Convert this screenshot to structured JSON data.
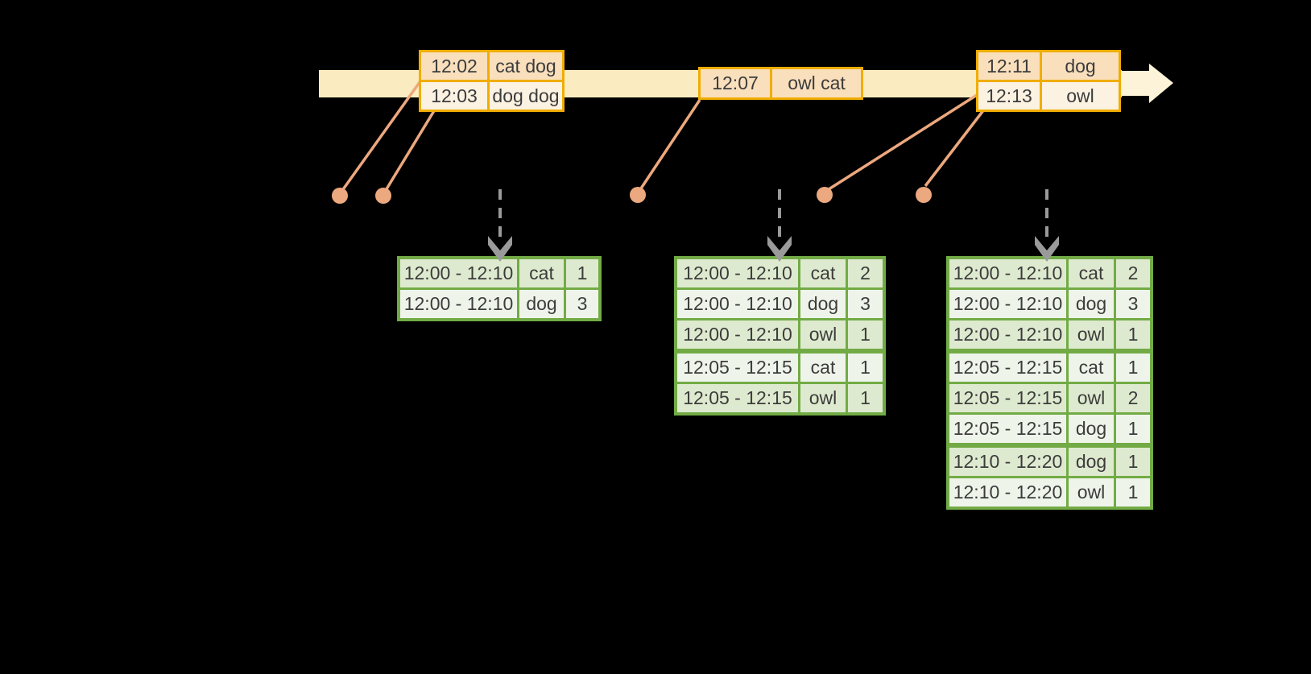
{
  "diagram": "event-time windowed word-count over a streaming timeline",
  "colors": {
    "background": "#000000",
    "timeline_band": "#faecc0",
    "timeline_arrowhead": "#fcf3d8",
    "event_table_border": "#f0ad00",
    "event_row_dark": "#f9dfbc",
    "event_row_light": "#fcf2e2",
    "leader_line_and_dot": "#eca87e",
    "result_table_border": "#72ab45",
    "result_row_dark": "#deeacf",
    "result_row_light": "#eff4ea",
    "trigger_arrow": "#9a9a9a",
    "text": "#3c3c3c"
  },
  "event_tables": [
    {
      "rows": [
        {
          "time": "12:02",
          "words": "cat dog"
        },
        {
          "time": "12:03",
          "words": "dog dog"
        }
      ]
    },
    {
      "rows": [
        {
          "time": "12:07",
          "words": "owl cat"
        }
      ]
    },
    {
      "rows": [
        {
          "time": "12:11",
          "words": "dog"
        },
        {
          "time": "12:13",
          "words": "owl"
        }
      ]
    }
  ],
  "result_tables": [
    {
      "rows": [
        {
          "window": "12:00 - 12:10",
          "word": "cat",
          "count": "1"
        },
        {
          "window": "12:00 - 12:10",
          "word": "dog",
          "count": "3"
        }
      ]
    },
    {
      "rows": [
        {
          "window": "12:00 - 12:10",
          "word": "cat",
          "count": "2"
        },
        {
          "window": "12:00 - 12:10",
          "word": "dog",
          "count": "3"
        },
        {
          "window": "12:00 - 12:10",
          "word": "owl",
          "count": "1"
        },
        {
          "window": "12:05 - 12:15",
          "word": "cat",
          "count": "1"
        },
        {
          "window": "12:05 - 12:15",
          "word": "owl",
          "count": "1"
        }
      ]
    },
    {
      "rows": [
        {
          "window": "12:00 - 12:10",
          "word": "cat",
          "count": "2"
        },
        {
          "window": "12:00 - 12:10",
          "word": "dog",
          "count": "3"
        },
        {
          "window": "12:00 - 12:10",
          "word": "owl",
          "count": "1"
        },
        {
          "window": "12:05 - 12:15",
          "word": "cat",
          "count": "1"
        },
        {
          "window": "12:05 - 12:15",
          "word": "owl",
          "count": "2"
        },
        {
          "window": "12:05 - 12:15",
          "word": "dog",
          "count": "1"
        },
        {
          "window": "12:10 - 12:20",
          "word": "dog",
          "count": "1"
        },
        {
          "window": "12:10 - 12:20",
          "word": "owl",
          "count": "1"
        }
      ]
    }
  ]
}
